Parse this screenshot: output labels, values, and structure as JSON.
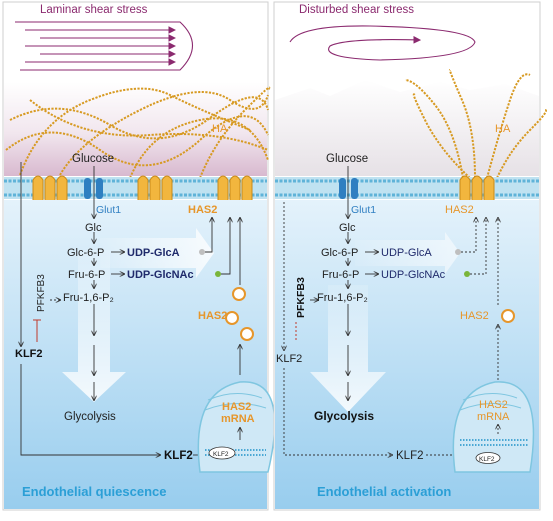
{
  "left_panel": {
    "shear_title": "Laminar shear stress",
    "ha_label": "HA",
    "glucose": "Glucose",
    "glut1": "Glut1",
    "glc": "Glc",
    "has2_membrane": "HAS2",
    "glc6p": "Glc-6-P",
    "udp_glca": "UDP-GlcA",
    "fru6p": "Fru-6-P",
    "udp_glcnac": "UDP-GlcNAc",
    "fru16p2": "Fru-1,6-P₂",
    "pfkfb3": "PFKFB3",
    "klf2_side": "KLF2",
    "has2_vesicle": "HAS2",
    "glycolysis": "Glycolysis",
    "has2_mrna": "HAS2\nmRNA",
    "klf2_bottom": "KLF2",
    "klf2_dna": "KLF2",
    "caption": "Endothelial quiescence"
  },
  "right_panel": {
    "shear_title": "Disturbed shear stress",
    "ha_label": "HA",
    "glucose": "Glucose",
    "glut1": "Glut1",
    "glc": "Glc",
    "has2_membrane": "HAS2",
    "glc6p": "Glc-6-P",
    "udp_glca": "UDP-GlcA",
    "fru6p": "Fru-6-P",
    "udp_glcnac": "UDP-GlcNAc",
    "fru16p2": "Fru-1,6-P₂",
    "pfkfb3": "PFKFB3",
    "klf2_side": "KLF2",
    "has2_vesicle": "HAS2",
    "glycolysis": "Glycolysis",
    "has2_mrna": "HAS2\nmRNA",
    "klf2_bottom": "KLF2",
    "klf2_dna": "KLF2",
    "caption": "Endothelial activation"
  },
  "colors": {
    "purple": "#8b2a6f",
    "gold": "#e8a92a",
    "membrane": "#7fc6e0",
    "cyto_top": "#d9edf8",
    "cyto_bottom": "#9fd0ef",
    "navy": "#1f2a6b",
    "orange": "#e6962b",
    "caption_blue": "#2b9fd6",
    "green": "#7ab53a",
    "red": "#c0392b",
    "glut_blue": "#3e8cc8"
  }
}
